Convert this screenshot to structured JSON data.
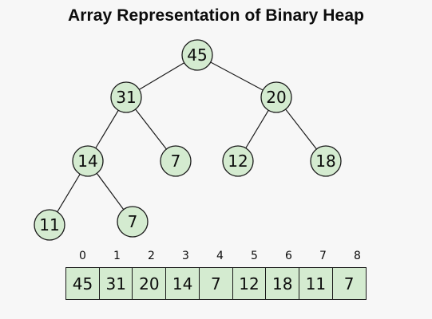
{
  "title": "Array Representation of Binary Heap",
  "heap": {
    "nodes": [
      "45",
      "31",
      "20",
      "14",
      "7",
      "12",
      "18",
      "11",
      "7"
    ],
    "indices": [
      "0",
      "1",
      "2",
      "3",
      "4",
      "5",
      "6",
      "7",
      "8"
    ]
  },
  "colors": {
    "node_fill": "#d4ebd0",
    "stroke": "#1a1a1a"
  }
}
